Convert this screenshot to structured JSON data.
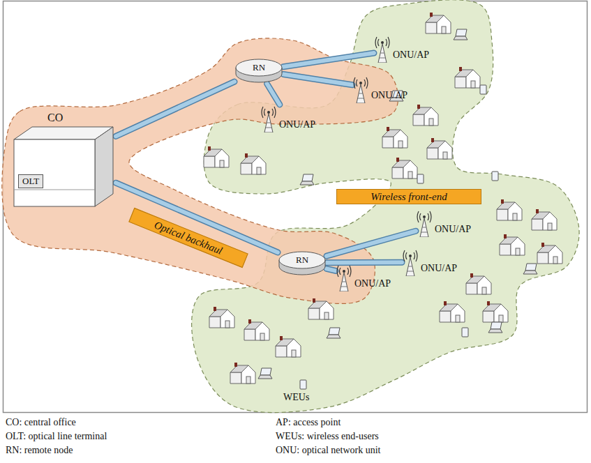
{
  "diagram": {
    "nodes": [
      {
        "text": [
          "CO"
        ]
      },
      {
        "text": [
          "OLT"
        ],
        "in": 0
      },
      {
        "text": [
          "RN"
        ]
      },
      {
        "text": [
          "ONU/AP"
        ]
      },
      {
        "text": [
          "ONU/AP"
        ]
      },
      {
        "text": [
          "ONU/AP"
        ]
      },
      {
        "text": [
          "Wireless front-end"
        ]
      },
      {
        "text": [
          "Optical backhaul"
        ]
      },
      {
        "text": [
          "RN"
        ]
      },
      {
        "text": [
          "ONU/AP"
        ]
      },
      {
        "text": [
          "ONU/AP"
        ]
      },
      {
        "text": [
          "ONU/AP"
        ]
      }
    ],
    "edges": [
      {
        "from": 0,
        "to": 2,
        "arrow": "none"
      },
      {
        "from": 0,
        "to": 8,
        "arrow": "none"
      },
      {
        "from": 2,
        "to": 3,
        "arrow": "none"
      },
      {
        "from": 2,
        "to": 4,
        "arrow": "none"
      },
      {
        "from": 2,
        "to": 5,
        "arrow": "none"
      },
      {
        "from": 8,
        "to": 9,
        "arrow": "none"
      },
      {
        "from": 8,
        "to": 10,
        "arrow": "none"
      },
      {
        "from": 8,
        "to": 11,
        "arrow": "none"
      }
    ],
    "labels": [
      "WEUs",
      "CO: central office",
      "OLT: optical line terminal",
      "RN: remote node",
      "AP: access point",
      "WEUs: wireless end-users",
      "ONU: optical network unit"
    ]
  }
}
